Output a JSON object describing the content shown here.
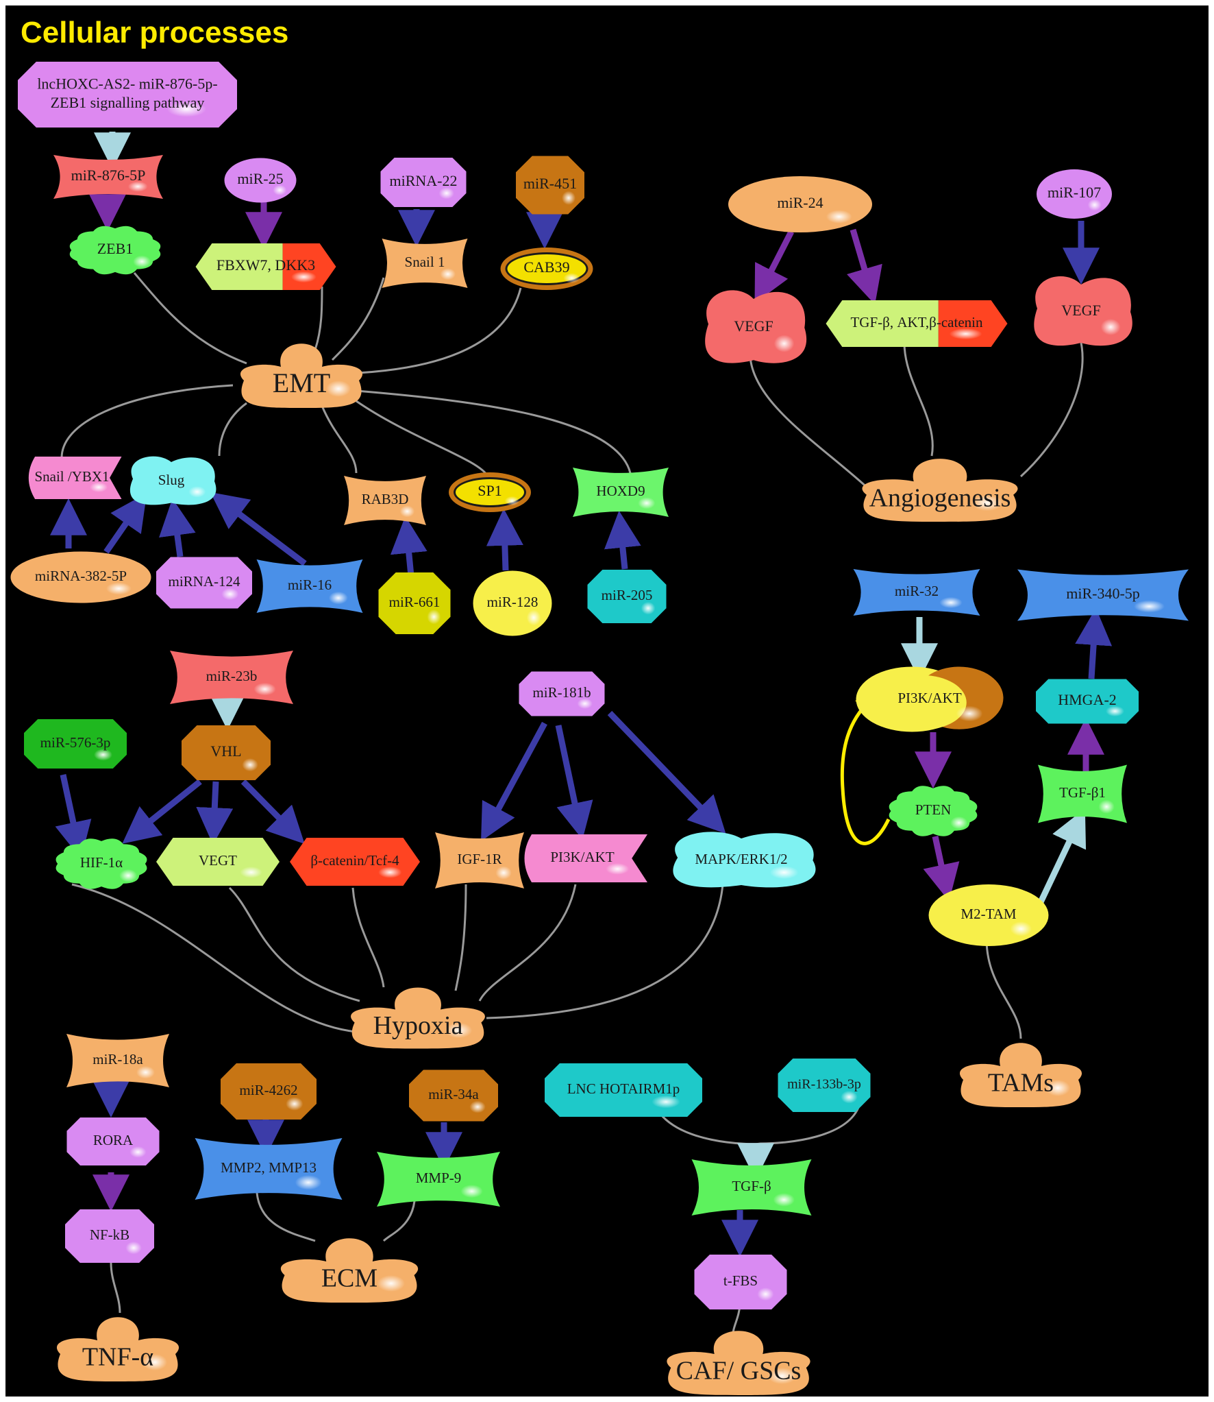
{
  "title": "Cellular processes",
  "colors": {
    "background": "#000000",
    "title": "#ffeb00",
    "connector": "#9a9a9a",
    "arrow_blue": "#3c3ca8",
    "arrow_purple": "#7a2fa8",
    "arrow_lightblue": "#a9d7e0",
    "arrow_yellow": "#ffee00"
  },
  "nodes": {
    "lnchoxc": {
      "lines": [
        "lncHOXC-AS2- miR-876-5p-",
        "ZEB1 signalling pathway"
      ],
      "shape": "octagon",
      "color": "#dd88f0"
    },
    "mir876": {
      "text": "miR-876-5P",
      "shape": "bowtie",
      "color": "#f46a6a"
    },
    "zeb1": {
      "text": "ZEB1",
      "shape": "cloud",
      "color": "#5df25d"
    },
    "mir25": {
      "text": "miR-25",
      "shape": "ellipse",
      "color": "#d98af2"
    },
    "fbxw7": {
      "text": "FBXW7, DKK3",
      "shape": "split-hex",
      "color": "#cdf27a",
      "color2": "#ff4422"
    },
    "mirna22": {
      "text": "miRNA-22",
      "shape": "octagon",
      "color": "#d98af2"
    },
    "snail1": {
      "text": "Snail 1",
      "shape": "bowtie",
      "color": "#f5b06a"
    },
    "mir451": {
      "text": "miR-451",
      "shape": "octagon",
      "color": "#c77514"
    },
    "cab39": {
      "text": "CAB39",
      "shape": "ring",
      "color": "#f3e000"
    },
    "emt": {
      "text": "EMT",
      "shape": "blob",
      "color": "#f5b06a"
    },
    "snailybx1": {
      "text": "Snail /YBX1",
      "shape": "tag",
      "color": "#f58ad0"
    },
    "slug": {
      "text": "Slug",
      "shape": "cloud-soft",
      "color": "#7ff2f2"
    },
    "rab3d": {
      "text": "RAB3D",
      "shape": "bowtie",
      "color": "#f5b06a"
    },
    "sp1": {
      "text": "SP1",
      "shape": "ring",
      "color": "#f3e000"
    },
    "hoxd9": {
      "text": "HOXD9",
      "shape": "bowtie",
      "color": "#6cf56c"
    },
    "mirna382": {
      "text": "miRNA-382-5P",
      "shape": "ellipse",
      "color": "#f5b06a"
    },
    "mirna124": {
      "text": "miRNA-124",
      "shape": "octagon",
      "color": "#d98af2"
    },
    "mir16": {
      "text": "miR-16",
      "shape": "bowtie",
      "color": "#4a90e8"
    },
    "mir661": {
      "text": "miR-661",
      "shape": "octagon",
      "color": "#d6d600"
    },
    "mir128": {
      "text": "miR-128",
      "shape": "circle",
      "color": "#f7ef4a"
    },
    "mir205": {
      "text": "miR-205",
      "shape": "octagon",
      "color": "#1ec9c9"
    },
    "mir24": {
      "text": "miR-24",
      "shape": "ellipse",
      "color": "#f5b06a"
    },
    "mir107": {
      "text": "miR-107",
      "shape": "ellipse",
      "color": "#d98af2"
    },
    "vegf1": {
      "text": "VEGF",
      "shape": "cloud-soft",
      "color": "#f46a6a"
    },
    "tgfakt": {
      "text": "TGF-β, AKT,β-catenin",
      "shape": "split-hex",
      "color": "#cdf27a",
      "color2": "#ff4422"
    },
    "vegf2": {
      "text": "VEGF",
      "shape": "cloud-soft",
      "color": "#f46a6a"
    },
    "angiogenesis": {
      "text": "Angiogenesis",
      "shape": "blob",
      "color": "#f5b06a"
    },
    "mir32": {
      "text": "miR-32",
      "shape": "bowtie",
      "color": "#4a90e8"
    },
    "mir340": {
      "text": "miR-340-5p",
      "shape": "bowtie",
      "color": "#4a90e8"
    },
    "pi3kakt2": {
      "text": "PI3K/AKT",
      "shape": "split-blob",
      "color": "#f7ef4a",
      "color2": "#c77514"
    },
    "hmga2": {
      "text": "HMGA-2",
      "shape": "octagon",
      "color": "#1ec9c9"
    },
    "pten": {
      "text": "PTEN",
      "shape": "cloud",
      "color": "#5df25d"
    },
    "tgfb1": {
      "text": "TGF-β1",
      "shape": "bowtie",
      "color": "#5df25d"
    },
    "m2tam": {
      "text": "M2-TAM",
      "shape": "ellipse",
      "color": "#f7ef4a"
    },
    "tams": {
      "text": "TAMs",
      "shape": "blob",
      "color": "#f5b06a"
    },
    "mir23b": {
      "text": "miR-23b",
      "shape": "bowtie",
      "color": "#f46a6a"
    },
    "mir181b": {
      "text": "miR-181b",
      "shape": "octagon",
      "color": "#d98af2"
    },
    "mir576": {
      "text": "miR-576-3p",
      "shape": "octagon",
      "color": "#1fb81f"
    },
    "vhl": {
      "text": "VHL",
      "shape": "octagon",
      "color": "#c77514"
    },
    "hif1a": {
      "text": "HIF-1α",
      "shape": "cloud",
      "color": "#5df25d"
    },
    "vegt": {
      "text": "VEGT",
      "shape": "hexagon",
      "color": "#cdf27a"
    },
    "bcatenin": {
      "text": "β-catenin/Tcf-4",
      "shape": "hexagon",
      "color": "#ff4422"
    },
    "igf1r": {
      "text": "IGF-1R",
      "shape": "bowtie",
      "color": "#f5b06a"
    },
    "pi3kakt1": {
      "text": "PI3K/AKT",
      "shape": "tag",
      "color": "#f58ad0"
    },
    "mapk": {
      "text": "MAPK/ERK1/2",
      "shape": "cloud-soft",
      "color": "#7ff2f2"
    },
    "hypoxia": {
      "text": "Hypoxia",
      "shape": "blob",
      "color": "#f5b06a"
    },
    "mir18a": {
      "text": "miR-18a",
      "shape": "bowtie",
      "color": "#f5b06a"
    },
    "rora": {
      "text": "RORA",
      "shape": "octagon",
      "color": "#d98af2"
    },
    "nfkb": {
      "text": "NF-kB",
      "shape": "octagon",
      "color": "#d98af2"
    },
    "tnfa": {
      "text": "TNF-α",
      "shape": "blob",
      "color": "#f5b06a"
    },
    "mir4262": {
      "text": "miR-4262",
      "shape": "octagon",
      "color": "#c77514"
    },
    "mmp213": {
      "text": "MMP2, MMP13",
      "shape": "bowtie",
      "color": "#4a90e8"
    },
    "mir34a": {
      "text": "miR-34a",
      "shape": "octagon",
      "color": "#c77514"
    },
    "mmp9": {
      "text": "MMP-9",
      "shape": "bowtie",
      "color": "#5df25d"
    },
    "ecm": {
      "text": "ECM",
      "shape": "blob",
      "color": "#f5b06a"
    },
    "hotairm1": {
      "text": "LNC HOTAIRM1p",
      "shape": "octagon",
      "color": "#1ec9c9"
    },
    "mir133b": {
      "text": "miR-133b-3p",
      "shape": "octagon",
      "color": "#1ec9c9"
    },
    "tgfb": {
      "text": "TGF-β",
      "shape": "bowtie",
      "color": "#5df25d"
    },
    "tfbs": {
      "text": "t-FBS",
      "shape": "octagon",
      "color": "#d98af2"
    },
    "cafgscs": {
      "text": "CAF/ GSCs",
      "shape": "blob",
      "color": "#f5b06a"
    }
  }
}
